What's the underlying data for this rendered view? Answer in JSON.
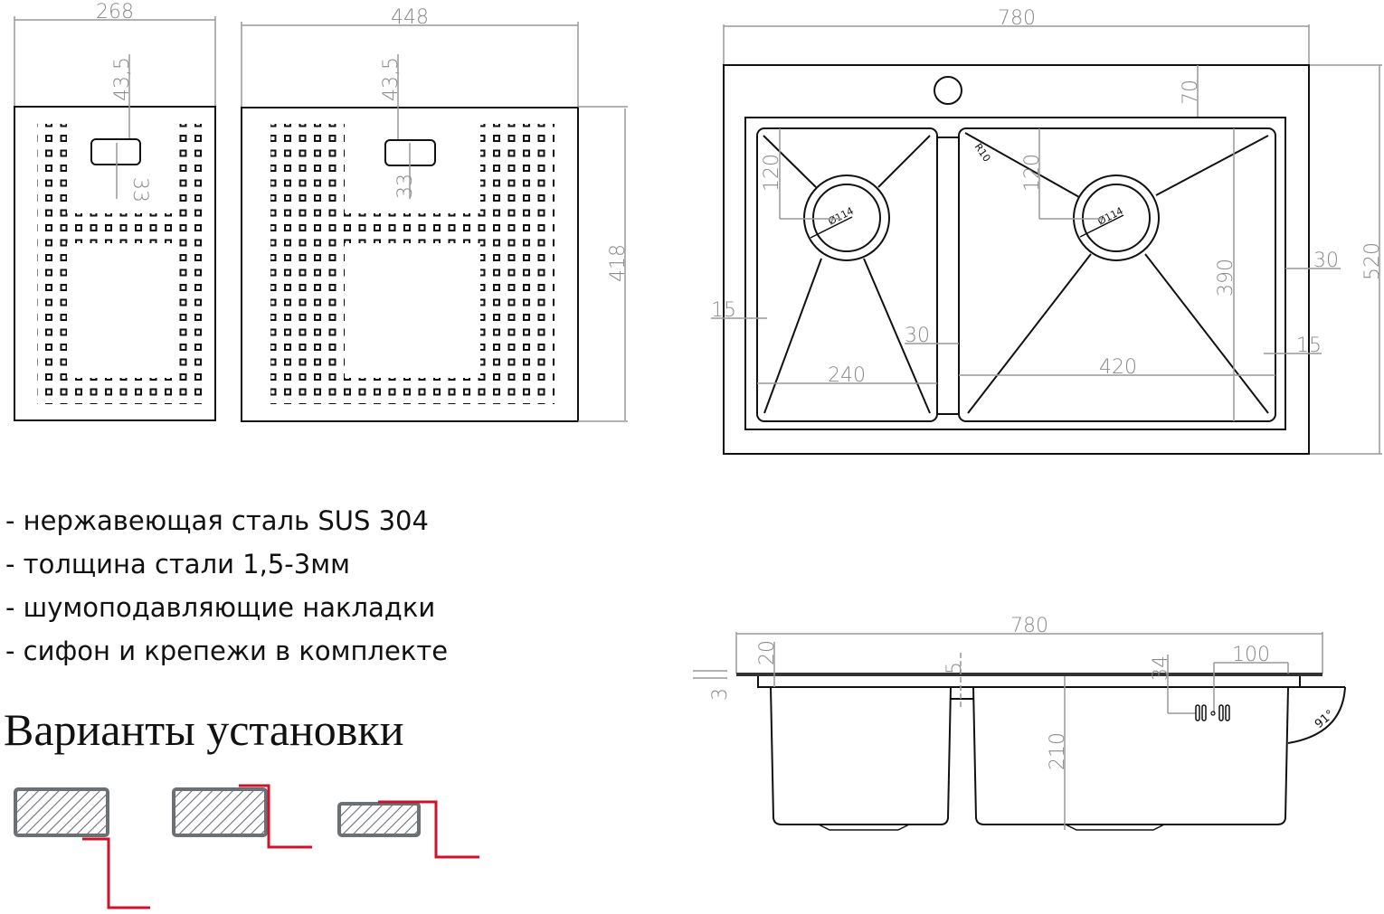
{
  "features": [
    "- нержавеющая сталь SUS 304",
    "- толщина стали 1,5-3мм",
    "- шумоподавляющие накладки",
    "- сифон и крепежи в комплекте"
  ],
  "install_section": {
    "title": "Варианты установки",
    "variants": [
      "undermount",
      "flush-mount",
      "top-mount"
    ],
    "accent_color": "#d0112b",
    "counter_color": "#6b7075"
  },
  "colanders": {
    "left": {
      "width": "268",
      "offset": "43,5",
      "handle": "33"
    },
    "right": {
      "width": "448",
      "offset": "43,5",
      "handle": "33",
      "height": "418"
    }
  },
  "top_view": {
    "overall_width": "780",
    "overall_depth": "520",
    "back_margin": "70",
    "side_margin_right": "30",
    "inner_offset_left": "15",
    "inner_offset_right": "15",
    "divider": "30",
    "left_bowl": {
      "width": "240",
      "drain_offset": "120",
      "drain_diameter": "Ø114"
    },
    "right_bowl": {
      "width": "420",
      "depth": "390",
      "drain_offset": "120",
      "drain_diameter": "Ø114",
      "corner_radius": "R10"
    }
  },
  "side_view": {
    "overall_width": "780",
    "thickness": "3",
    "flange": "20",
    "divider_drop": "5",
    "overflow_drop": "34",
    "overflow_offset": "100",
    "bowl_depth": "210",
    "angle": "91°"
  }
}
